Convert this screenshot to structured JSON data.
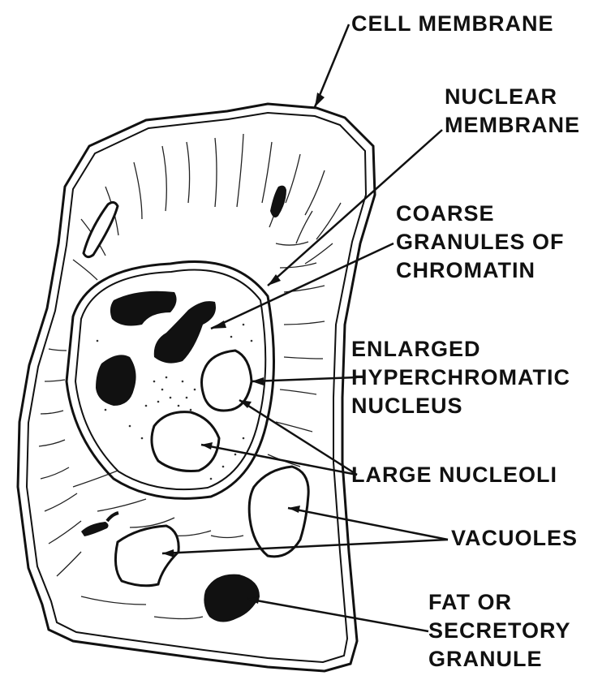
{
  "labels": {
    "cell_membrane": "CELL MEMBRANE",
    "nuclear_membrane": [
      "NUCLEAR",
      "MEMBRANE"
    ],
    "chromatin": [
      "COARSE",
      "GRANULES OF",
      "CHROMATIN"
    ],
    "nucleus": [
      "ENLARGED",
      "HYPERCHROMATIC",
      "NUCLEUS"
    ],
    "nucleoli": "LARGE NUCLEOLI",
    "vacuoles": "VACUOLES",
    "granule": [
      "FAT OR",
      "SECRETORY",
      "GRANULE"
    ]
  },
  "colors": {
    "ink": "#111111",
    "background": "#ffffff"
  }
}
